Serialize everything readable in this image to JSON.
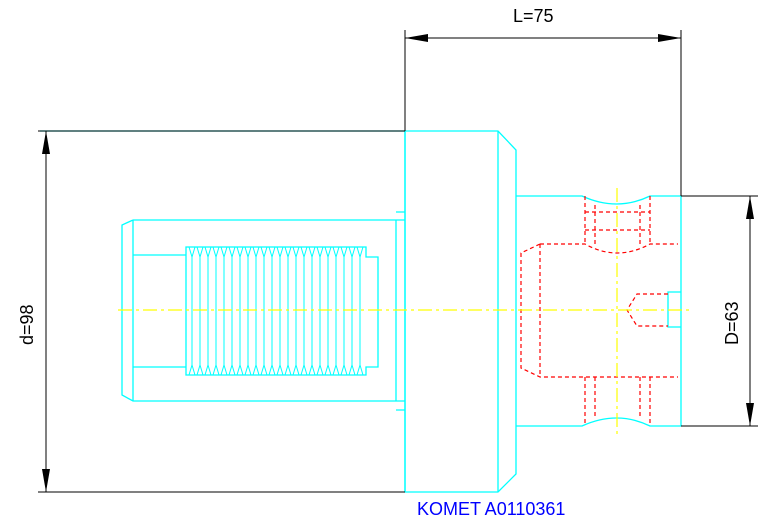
{
  "dimensions": {
    "length_label": "L=75",
    "outer_diameter_label": "d=98",
    "shank_diameter_label": "D=63"
  },
  "caption": "KOMET A0110361",
  "colors": {
    "outline": "#00ffff",
    "hidden_detail": "#ff0000",
    "centerline": "#ffff00",
    "dimension": "#000000",
    "caption": "#0000ff",
    "background": "#ffffff"
  }
}
